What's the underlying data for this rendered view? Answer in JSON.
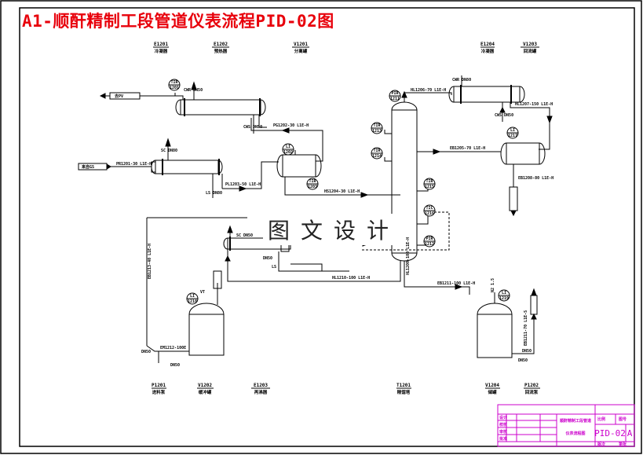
{
  "drawing": {
    "title": "A1-顺酐精制工段管道仪表流程PID-02图",
    "watermark": "图文设计",
    "title_color": "#e8000b",
    "titleblock_color": "#cc00cc"
  },
  "equipment_top": [
    {
      "tag": "E1201",
      "name": "冷凝器"
    },
    {
      "tag": "E1202",
      "name": "预热器"
    },
    {
      "tag": "V1201",
      "name": "分离罐"
    },
    {
      "tag": "E1204",
      "name": "冷凝器"
    },
    {
      "tag": "V1203",
      "name": "回流罐"
    }
  ],
  "equipment_bottom": [
    {
      "tag": "P1201",
      "name": "进料泵"
    },
    {
      "tag": "V1202",
      "name": "缓冲罐"
    },
    {
      "tag": "E1203",
      "name": "再沸器"
    },
    {
      "tag": "T1201",
      "name": "精馏塔"
    },
    {
      "tag": "V1204",
      "name": "储罐"
    },
    {
      "tag": "P1202",
      "name": "回流泵"
    }
  ],
  "streams": {
    "to_unit_out": "去PV",
    "from_unit_in": "来自GS",
    "feed_line": "PR1201-30 L1E-H",
    "cw_top_e1201": "CWR DN50",
    "cw_return_e1201": "CWS DN50",
    "line_pg": "PG1202-30 L1E-H",
    "steam_e1202": "SC DN80",
    "ls_e1202": "LS DN80",
    "line_pl": "PL1203-50 L1E-H",
    "line_hs": "HS1204-30 L1E-H",
    "line_hl_top": "HL1206-70 L1E-H",
    "cw_e1204": "CWR DN80",
    "cw_e1204_ret": "CWS DN50",
    "line_hl_ref": "HL1207-150 L1E-H",
    "line_reflux": "EB1205-70 L1E-H",
    "line_product": "EB1208-80 L1E-H",
    "line_reboiler": "HL1210-100 L1E-H",
    "steam_e1203": "SC DN50",
    "ls_e1203": "LS",
    "dn_e1203": "DN50",
    "line_bottom": "HL1209-100 L1E-H",
    "line_to_v1204": "EB1211-100 L1E-H",
    "line_left_vert": "EB1213-40 L1E-H",
    "line_v1202_out": "EM1212-100E",
    "dn_v1202": "DN50",
    "dn_v1202b": "DN50",
    "line_v1204_out": "EB1211-70 L1E-S",
    "dn_v1204": "DN50",
    "dn_v1204b": "DN50",
    "vt_label": "VT",
    "vent_label": "N2 1.5"
  },
  "instruments": [
    {
      "func": "TIR",
      "tag": "1201"
    },
    {
      "func": "LI",
      "tag": "1202"
    },
    {
      "func": "TIR",
      "tag": "1203"
    },
    {
      "func": "PIR",
      "tag": "1211"
    },
    {
      "func": "TIR",
      "tag": "1213"
    },
    {
      "func": "TIR",
      "tag": "1214"
    },
    {
      "func": "TIR",
      "tag": "1215"
    },
    {
      "func": "TIC",
      "tag": "1216"
    },
    {
      "func": "PIR",
      "tag": "1212"
    },
    {
      "func": "LI",
      "tag": "1217"
    },
    {
      "func": "LI",
      "tag": "1218"
    },
    {
      "func": "LI",
      "tag": "1219"
    }
  ],
  "title_block": {
    "project": "顺酐精制工段管道",
    "drawing_name": "仪表流程图",
    "drawing_no": "PID-02",
    "revision": "A",
    "labels": [
      "设计",
      "校核",
      "审核",
      "批准",
      "比例",
      "图号",
      "版次",
      "第张"
    ]
  }
}
